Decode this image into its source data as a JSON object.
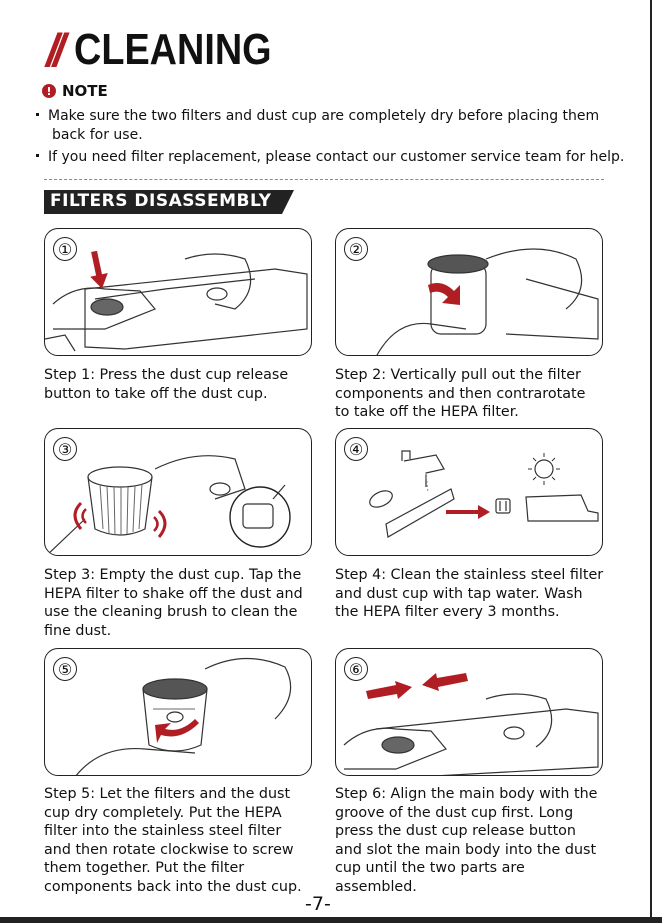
{
  "header": {
    "slashes": "//",
    "title": "CLEANING"
  },
  "note": {
    "label": "NOTE",
    "icon": "exclamation-icon",
    "accent": "#b01e23",
    "bullet1_line1": "Make sure the two filters and dust cup are completely dry before placing them",
    "bullet1_line2": "back for use.",
    "bullet2": "If you need filter replacement, please contact our customer service team for help."
  },
  "section": {
    "title": "FILTERS DISASSEMBLY"
  },
  "steps": [
    {
      "number": "①",
      "text": [
        "Step 1: Press the dust cup release",
        "button to take off the dust cup."
      ]
    },
    {
      "number": "②",
      "text": [
        "Step 2: Vertically pull out the filter",
        "components and then contrarotate",
        "to take off the HEPA filter."
      ]
    },
    {
      "number": "③",
      "text": [
        "Step 3: Empty the dust cup. Tap the",
        "HEPA filter to shake off the dust and",
        "use the cleaning brush to clean the",
        "fine dust."
      ]
    },
    {
      "number": "④",
      "text": [
        "Step 4: Clean the stainless steel filter",
        "and dust cup with tap water. Wash",
        "the HEPA filter every 3 months."
      ]
    },
    {
      "number": "⑤",
      "text": [
        "Step 5: Let the filters and the dust",
        "cup dry completely. Put the HEPA",
        "filter into the stainless steel filter",
        "and then rotate clockwise to screw",
        "them together. Put the filter",
        "components back into the dust cup."
      ]
    },
    {
      "number": "⑥",
      "text": [
        "Step 6: Align the main body with the",
        "groove of the dust cup first. Long",
        "press the dust cup release button",
        "and slot the main body into the dust",
        "cup until the two parts are",
        "assembled."
      ]
    }
  ],
  "page": {
    "number": "-7-"
  }
}
